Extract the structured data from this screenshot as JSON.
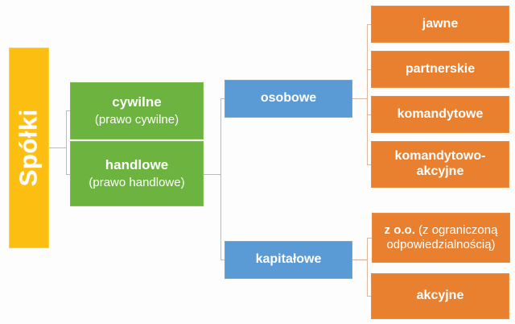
{
  "diagram": {
    "title": "Spółki",
    "root": {
      "label": "Spółki",
      "color": "#fcbe11"
    },
    "level1": {
      "color": "#6cb33f",
      "items": [
        {
          "title": "cywilne",
          "subtitle": "(prawo cywilne)"
        },
        {
          "title": "handlowe",
          "subtitle": "(prawo handlowe)"
        }
      ]
    },
    "level2": {
      "color": "#5b9bd5",
      "items": [
        {
          "label": "osobowe"
        },
        {
          "label": "kapitałowe"
        }
      ]
    },
    "level3": {
      "color": "#e8802f",
      "osobowe_items": [
        {
          "label": "jawne"
        },
        {
          "label": "partnerskie"
        },
        {
          "label": "komandytowe"
        },
        {
          "label": "komandytowo-akcyjne"
        }
      ],
      "kapitalowe_items": [
        {
          "label_bold": "z o.o.",
          "label_rest_line1": " (z ograniczoną",
          "label_rest_line2": "odpowiedzialnością)"
        },
        {
          "label": "akcyjne"
        }
      ]
    },
    "connector_color": "#b9bcbe",
    "connector_color_orange": "#d9b9a0"
  }
}
